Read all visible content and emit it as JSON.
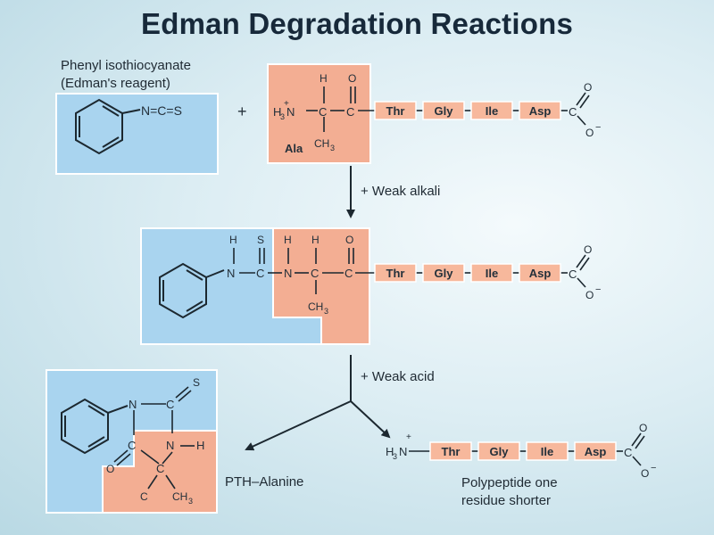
{
  "title": "Edman Degradation Reactions",
  "reagent": {
    "name": "Phenyl isothiocyanate",
    "alias": "(Edman's reagent)"
  },
  "colors": {
    "blue": "#a9d4ef",
    "salmon": "#f3ae93",
    "residue": "#f7b89c",
    "line": "#1c2830"
  },
  "residues": [
    "Thr",
    "Gly",
    "Ile",
    "Asp"
  ],
  "n_terminal_residue": "Ala",
  "plus": "+",
  "steps": [
    {
      "label": "+ Weak alkali"
    },
    {
      "label": "+ Weak acid"
    }
  ],
  "products": {
    "pth": "PTH–Alanine",
    "peptide_line1": "Polypeptide one",
    "peptide_line2": "residue shorter"
  }
}
